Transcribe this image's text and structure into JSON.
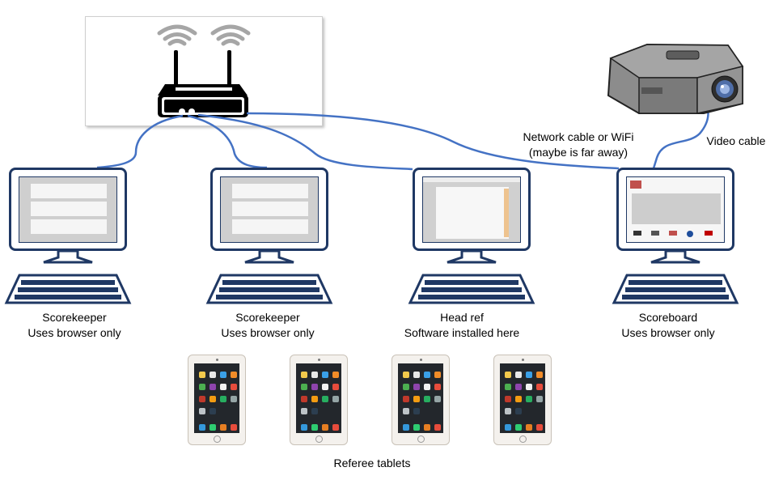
{
  "labels": {
    "network_cable": "Network cable or WiFi",
    "network_cable_note": "(maybe is far away)",
    "video_cable": "Video cable",
    "referee_tablets": "Referee tablets"
  },
  "stations": [
    {
      "title": "Scorekeeper",
      "subtitle": "Uses browser only"
    },
    {
      "title": "Scorekeeper",
      "subtitle": "Uses browser only"
    },
    {
      "title": "Head ref",
      "subtitle": "Software  installed here"
    },
    {
      "title": "Scoreboard",
      "subtitle": "Uses browser only"
    }
  ],
  "icons": [
    "wifi-signal-icon",
    "router-icon",
    "projector-icon",
    "computer-icon",
    "keyboard-icon",
    "tablet-icon"
  ],
  "colors": {
    "cable": "#4472c4",
    "monitor_outline": "#1f3864",
    "router": "#000000",
    "wifi_waves": "#a6a6a6"
  }
}
